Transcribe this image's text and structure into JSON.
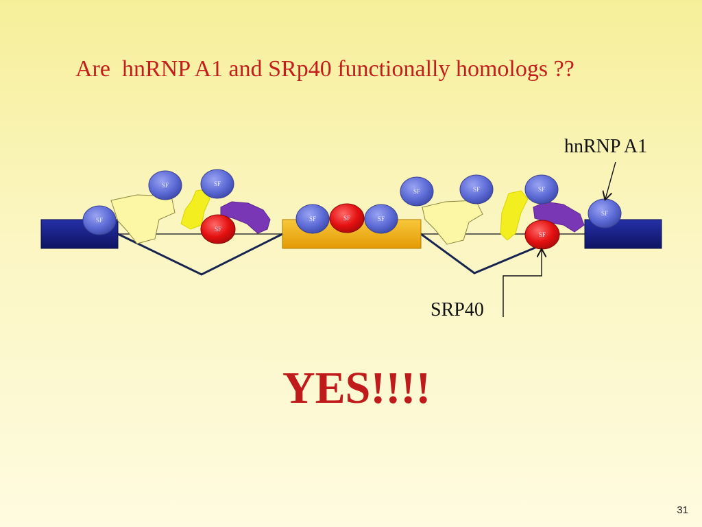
{
  "slide": {
    "title": "Are  hnRNP A1 and SRp40 functionally homologs ??",
    "answer": "YES!!!!",
    "page_number": "31"
  },
  "diagram": {
    "label_hnrnp": "hnRNP A1",
    "label_srp40": "SRP40",
    "factor_label": "SF",
    "colors": {
      "exon_outer": "#1a1f8a",
      "exon_middle": "#f1b417",
      "intron_line": "#16244f",
      "sf_blue": "#5d6bd6",
      "sf_red": "#e31010",
      "yellow_factor": "#f2ee1f",
      "pale_factor": "#fbf7a4",
      "purple_factor": "#7a37b5"
    }
  }
}
